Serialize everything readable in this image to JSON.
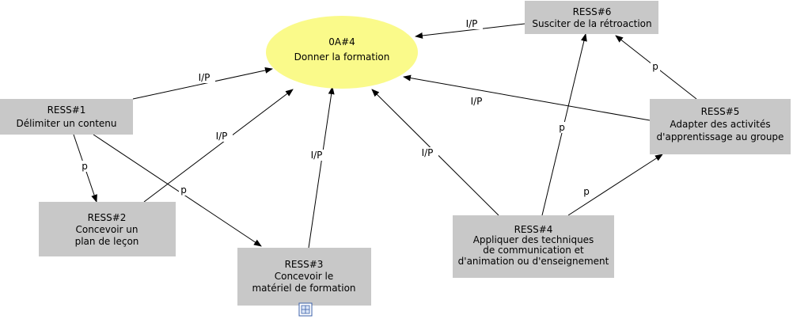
{
  "nodes": {
    "goal": {
      "lines": [
        "0A#4",
        "Donner la formation"
      ]
    },
    "ress1": {
      "lines": [
        "RESS#1",
        "Délimiter un contenu"
      ]
    },
    "ress2": {
      "lines": [
        "RESS#2",
        "Concevoir un",
        "plan de leçon"
      ]
    },
    "ress3": {
      "lines": [
        "RESS#3",
        "Concevoir le",
        "matériel de formation"
      ]
    },
    "ress4": {
      "lines": [
        "RESS#4",
        "Appliquer des techniques",
        "de communication et",
        "d'animation ou d'enseignement"
      ]
    },
    "ress5": {
      "lines": [
        "RESS#5",
        "Adapter des activités",
        "d'apprentissage au groupe"
      ]
    },
    "ress6": {
      "lines": [
        "RESS#6",
        "Susciter de la rétroaction"
      ]
    }
  },
  "edges": [
    {
      "from": "ress1",
      "to": "goal",
      "label": "I/P"
    },
    {
      "from": "ress2",
      "to": "goal",
      "label": "I/P"
    },
    {
      "from": "ress3",
      "to": "goal",
      "label": "I/P"
    },
    {
      "from": "ress4",
      "to": "goal",
      "label": "I/P"
    },
    {
      "from": "ress5",
      "to": "goal",
      "label": "I/P"
    },
    {
      "from": "ress6",
      "to": "goal",
      "label": "I/P"
    },
    {
      "from": "ress1",
      "to": "ress2",
      "label": "p"
    },
    {
      "from": "ress1",
      "to": "ress3",
      "label": "p"
    },
    {
      "from": "ress4",
      "to": "ress6",
      "label": "p"
    },
    {
      "from": "ress4",
      "to": "ress5",
      "label": "p"
    },
    {
      "from": "ress5",
      "to": "ress6",
      "label": "p"
    }
  ],
  "footer_icon": "diagram-icon"
}
